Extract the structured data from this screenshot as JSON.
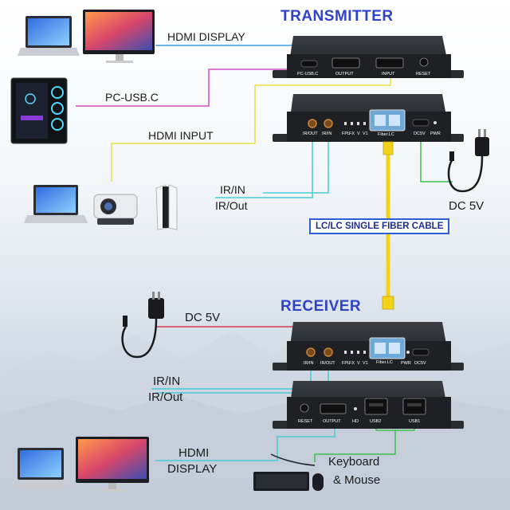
{
  "headers": {
    "transmitter": "TRANSMITTER",
    "receiver": "RECEIVER"
  },
  "labels": {
    "hdmi_display_top": "HDMI DISPLAY",
    "pc_usbc": "PC-USB.C",
    "hdmi_input": "HDMI INPUT",
    "ir_in_top": "IR/IN",
    "ir_out_top": "IR/Out",
    "dc5v_top": "DC 5V",
    "cable": "LC/LC SINGLE FIBER CABLE",
    "dc5v_bottom": "DC 5V",
    "ir_in_bottom": "IR/IN",
    "ir_out_bottom": "IR/Out",
    "hdmi_bottom_1": "HDMI",
    "hdmi_bottom_2": "DISPLAY",
    "keyboard": "Keyboard",
    "mouse": "& Mouse"
  },
  "ports": {
    "tx1": [
      "PC-USB.C",
      "OUTPUT",
      "INPUT",
      "RESET"
    ],
    "tx2": [
      "IR/OUT",
      "IR/IN",
      "FPL",
      "FX",
      "V",
      "V1",
      "Fiber.LC",
      "DC5V",
      "PWR"
    ],
    "rx1": [
      "IR/IN",
      "IR/OUT",
      "FPL",
      "FX",
      "V",
      "V1",
      "Fiber.LC",
      "PWR",
      "DC5V"
    ],
    "rx2": [
      "RESET",
      "OUTPUT",
      "HD",
      "USB2",
      "USB1"
    ]
  },
  "colors": {
    "header": "#2f43c9",
    "hdmi_line": "#3aa0e8",
    "usbc_line": "#d24fc0",
    "hdmi_input_line": "#e6e04a",
    "ir_line": "#4cc9d8",
    "dc_line_top": "#3bbf4e",
    "dc_line_bottom": "#d23a4e",
    "fiber_cable": "#f2d21b",
    "usb_line": "#3bbf4e"
  }
}
